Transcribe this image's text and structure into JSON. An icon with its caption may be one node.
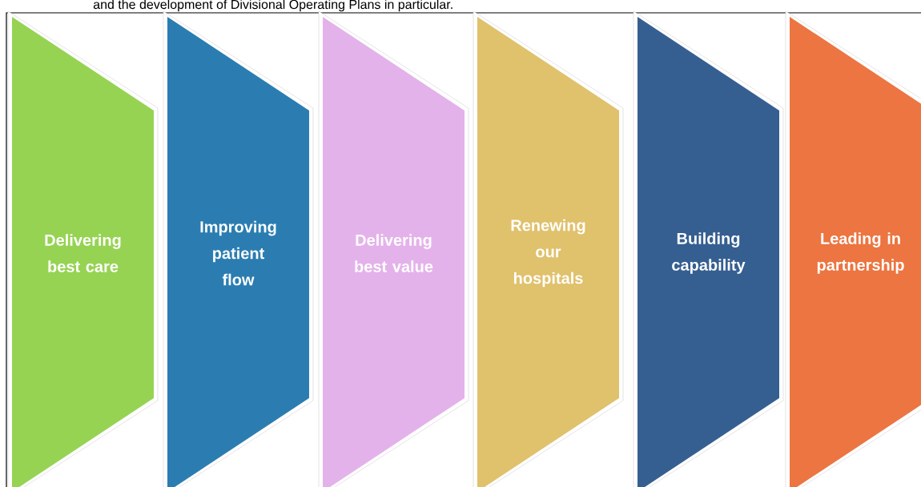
{
  "diagram": {
    "nodes": [
      {
        "text": [
          "Delivering best care"
        ]
      },
      {
        "text": [
          "Improving patient flow"
        ]
      },
      {
        "text": [
          "Delivering best value"
        ]
      },
      {
        "text": [
          "Renewing our hospitals"
        ]
      },
      {
        "text": [
          "Building capability"
        ]
      },
      {
        "text": [
          "Leading in partnership"
        ]
      }
    ],
    "labels": [
      "and the development of Divisional Operating Plans in particular."
    ]
  }
}
